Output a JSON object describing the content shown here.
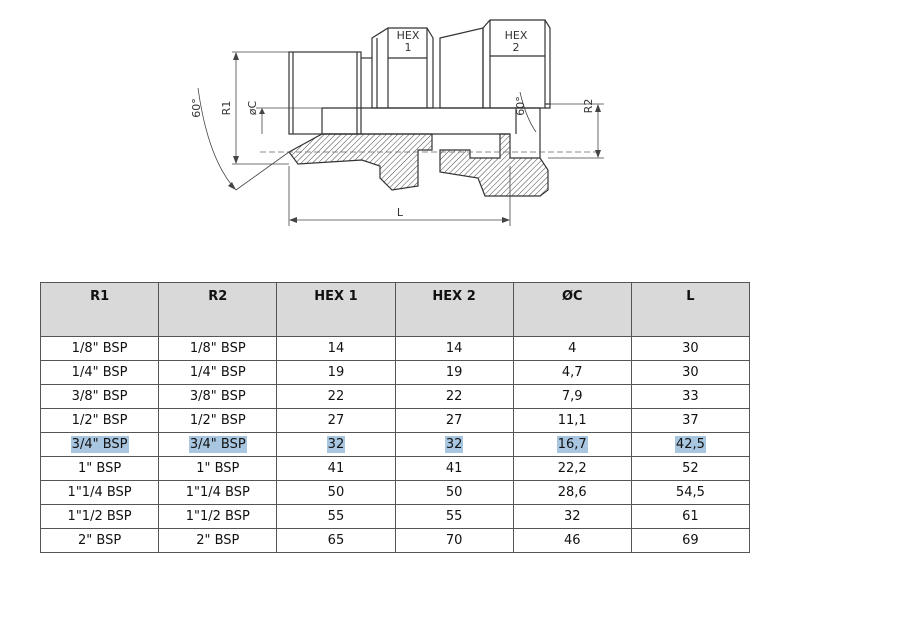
{
  "drawing": {
    "labels": {
      "hex1_a": "HEX",
      "hex1_b": "1",
      "hex2_a": "HEX",
      "hex2_b": "2",
      "angle_left": "60°",
      "angle_right": "60°",
      "r1": "R1",
      "c": "øC",
      "r2": "R2",
      "l": "L"
    }
  },
  "table": {
    "headers": [
      "R1",
      "R2",
      "HEX 1",
      "HEX 2",
      "ØC",
      "L"
    ],
    "highlighted_row": 4,
    "rows": [
      [
        "1/8\" BSP",
        "1/8\" BSP",
        "14",
        "14",
        "4",
        "30"
      ],
      [
        "1/4\" BSP",
        "1/4\" BSP",
        "19",
        "19",
        "4,7",
        "30"
      ],
      [
        "3/8\" BSP",
        "3/8\" BSP",
        "22",
        "22",
        "7,9",
        "33"
      ],
      [
        "1/2\" BSP",
        "1/2\" BSP",
        "27",
        "27",
        "11,1",
        "37"
      ],
      [
        "3/4\" BSP",
        "3/4\" BSP",
        "32",
        "32",
        "16,7",
        "42,5"
      ],
      [
        "1\" BSP",
        "1\" BSP",
        "41",
        "41",
        "22,2",
        "52"
      ],
      [
        "1\"1/4 BSP",
        "1\"1/4 BSP",
        "50",
        "50",
        "28,6",
        "54,5"
      ],
      [
        "1\"1/2 BSP",
        "1\"1/2 BSP",
        "55",
        "55",
        "32",
        "61"
      ],
      [
        "2\" BSP",
        "2\" BSP",
        "65",
        "70",
        "46",
        "69"
      ]
    ]
  },
  "colors": {
    "highlight": "#a9c6e0",
    "header_bg": "#d9d9d9",
    "border": "#555555"
  }
}
